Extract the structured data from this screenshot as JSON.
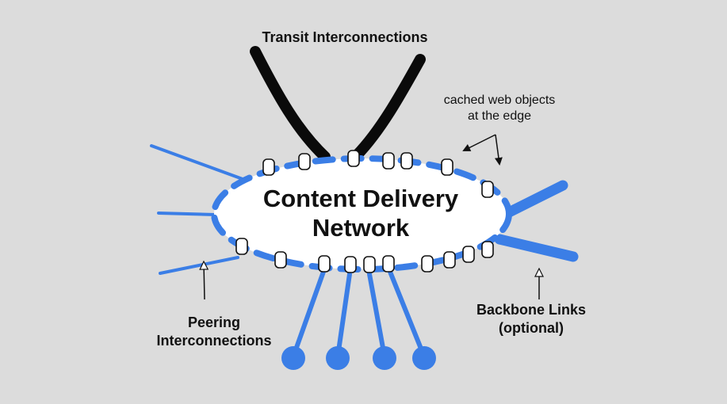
{
  "diagram": {
    "title_line1": "Content Delivery",
    "title_line2": "Network",
    "labels": {
      "transit": "Transit Interconnections",
      "cached_line1": "cached web objects",
      "cached_line2": "at the edge",
      "peering_line1": "Peering",
      "peering_line2": "Interconnections",
      "backbone_line1": "Backbone Links",
      "backbone_line2": "(optional)"
    },
    "colors": {
      "background": "#dcdcdc",
      "cloud_fill": "#ffffff",
      "link_blue": "#3b7ee6",
      "transit_black": "#0a0a0a",
      "cache_box": "#ffffff"
    }
  }
}
